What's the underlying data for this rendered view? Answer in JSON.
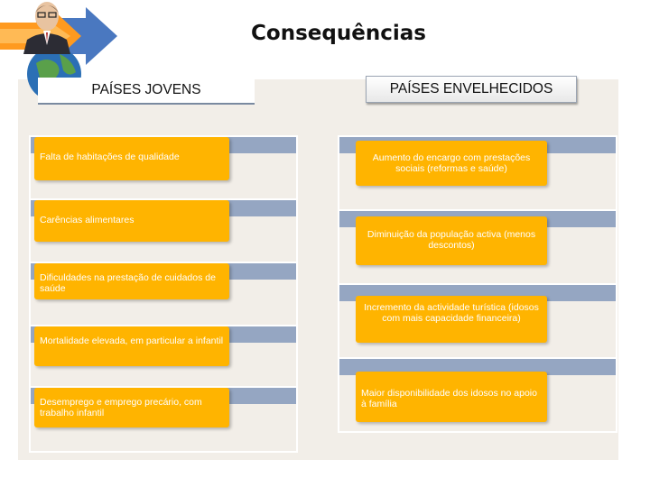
{
  "title": "Consequências",
  "colors": {
    "card": "#ffb400",
    "band": "#95a6c2",
    "panel": "#f2eee8",
    "arrow": "#4a78c0"
  },
  "icons": {
    "logo": "businessman-with-globe-and-arrows-icon"
  },
  "columns": {
    "jovens": {
      "header": "PAÍSES JOVENS",
      "items": [
        "Falta de habitações de qualidade",
        "Carências alimentares",
        "Dificuldades na prestação de cuidados de saúde",
        "Mortalidade elevada, em particular a infantil",
        "Desemprego e emprego precário, com trabalho infantil"
      ]
    },
    "envelhecidos": {
      "header": "PAÍSES ENVELHECIDOS",
      "items": [
        "Aumento do encargo com prestações sociais (reformas e saúde)",
        "Diminuição da população activa (menos descontos)",
        "Incremento da actividade turística (idosos com mais capacidade financeira)",
        "Maior disponibilidade dos idosos no apoio à família"
      ]
    }
  }
}
